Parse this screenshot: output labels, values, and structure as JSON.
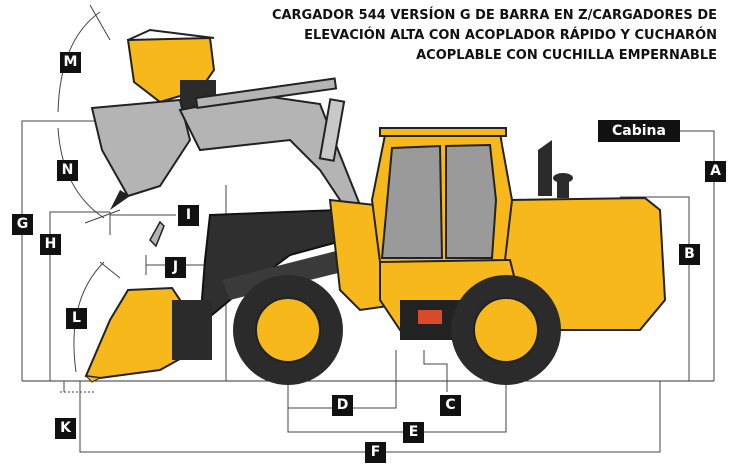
{
  "title": {
    "line1": "CARGADOR 544 VERSÍON G DE BARRA EN Z/CARGADORES DE",
    "line2": "ELEVACIÓN ALTA CON ACOPLADOR RÁPIDO Y CUCHARÓN",
    "line3": "ACOPLABLE CON CUCHILLA EMPERNABLE"
  },
  "cab_label": "Cabina",
  "labels": {
    "A": "A",
    "B": "B",
    "C": "C",
    "D": "D",
    "E": "E",
    "F": "F",
    "G": "G",
    "H": "H",
    "I": "I",
    "J": "J",
    "K": "K",
    "L": "L",
    "M": "M",
    "N": "N"
  },
  "colors": {
    "machine_yellow": "#F6B81A",
    "dark": "#2b2b2b",
    "gray_arm": "#b4b4b4",
    "label_bg": "#111111"
  }
}
